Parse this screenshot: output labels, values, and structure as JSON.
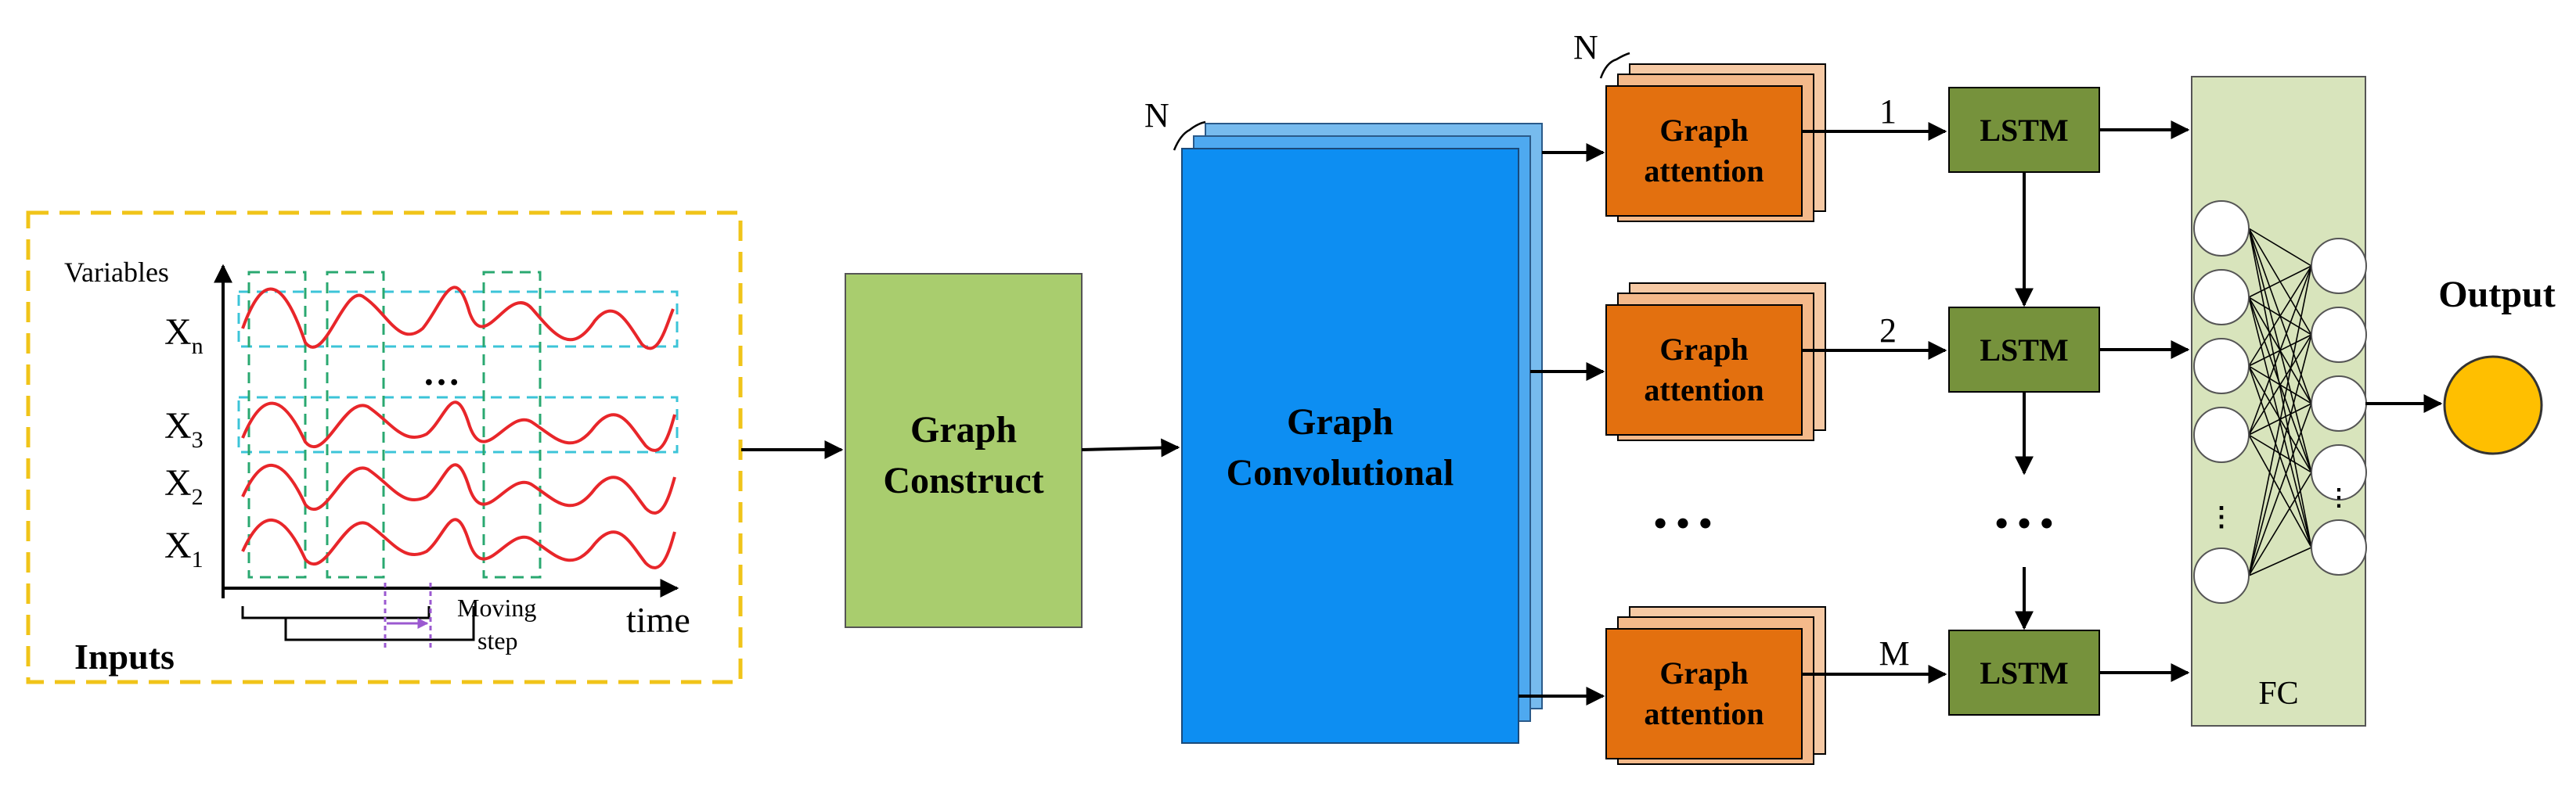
{
  "inputs": {
    "title": "Inputs",
    "y_axis_label": "Variables",
    "x_axis_label": "time",
    "variables": [
      {
        "base": "X",
        "sub": "n"
      },
      {
        "base": "X",
        "sub": "3"
      },
      {
        "base": "X",
        "sub": "2"
      },
      {
        "base": "X",
        "sub": "1"
      }
    ],
    "dots": "…",
    "moving_step_line1": "Moving",
    "moving_step_line2": "step"
  },
  "graph_construct": {
    "line1": "Graph",
    "line2": "Construct"
  },
  "graph_conv": {
    "line1": "Graph",
    "line2": "Convolutional",
    "stack_label": "N"
  },
  "attention": {
    "line1": "Graph",
    "line2": "attention",
    "stack_label": "N",
    "branch_labels": [
      "1",
      "2",
      "M"
    ]
  },
  "lstm": {
    "label": "LSTM"
  },
  "ellipsis": "• • •",
  "fc": {
    "label": "FC"
  },
  "output": {
    "label": "Output"
  },
  "colors": {
    "inputs_border": "#f0c419",
    "graph_construct": "#a9cd6e",
    "conv_front": "#0d8ef2",
    "conv_back": "#77bbee",
    "attention_front": "#e3700f",
    "attention_back": "#f6c9a4",
    "lstm": "#76923c",
    "fc_panel": "#d8e4bc",
    "output_circle": "#ffbf00",
    "wave": "#e8262a",
    "dash_green": "#2aa870",
    "dash_cyan": "#3cc4d8",
    "moving_step": "#9b59d0"
  }
}
